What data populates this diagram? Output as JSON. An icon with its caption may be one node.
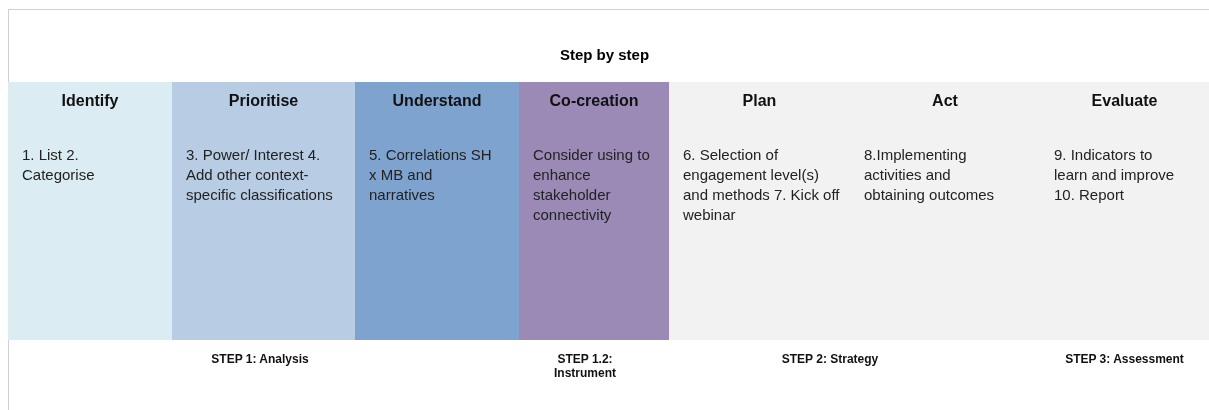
{
  "diagram": {
    "title": "Step by step",
    "nodes": [
      {
        "text": [
          "Identify",
          "1. List 2. Categorise"
        ]
      },
      {
        "text": [
          "Prioritise",
          "3. Power/ Interest 4. Add other context-specific classifications"
        ]
      },
      {
        "text": [
          "Understand",
          "5. Correlations SH x MB and narratives"
        ]
      },
      {
        "text": [
          "Co-creation",
          "Consider using to enhance stakeholder connectivity"
        ]
      },
      {
        "text": [
          "Plan",
          "6.  Selection of engagement level(s) and methods 7. Kick off webinar"
        ]
      },
      {
        "text": [
          "Act",
          "8.Implementing activities and obtaining outcomes"
        ]
      },
      {
        "text": [
          "Evaluate",
          "9. Indicators to learn and improve 10. Report"
        ]
      }
    ],
    "labels": [
      "STEP 1: Analysis",
      "STEP 1.2: Instrument",
      "STEP 2:  Strategy",
      "STEP 3: Assessment"
    ]
  }
}
